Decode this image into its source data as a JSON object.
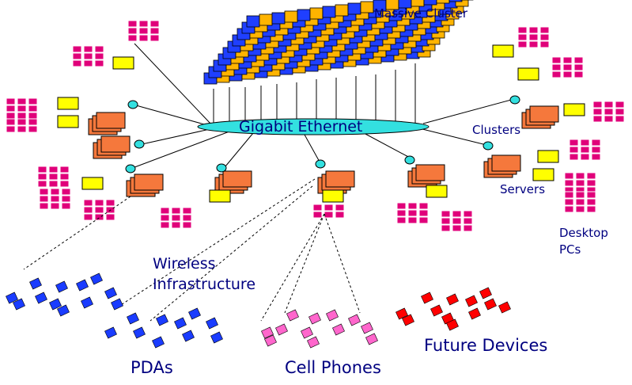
{
  "labels": {
    "massive_cluster": "Massive Cluster",
    "gigabit_ethernet": "Gigabit Ethernet",
    "clusters": "Clusters",
    "servers": "Servers",
    "desktop_pcs_line1": "Desktop",
    "desktop_pcs_line2": "PCs",
    "wireless_line1": "Wireless",
    "wireless_line2": "Infrastructure",
    "pdas": "PDAs",
    "cell_phones": "Cell Phones",
    "future_devices": "Future Devices"
  },
  "colors": {
    "blue_node": "#1f3fff",
    "orange_node": "#ffb400",
    "cluster_orange": "#f5783c",
    "pc_pink": "#e0007a",
    "server_yellow": "#ffff00",
    "ethernet_cyan": "#33e0e0",
    "cell_pink": "#ff66cc",
    "future_red": "#ff0000",
    "pda_blue": "#1a3cff",
    "text_navy": "#000080"
  }
}
